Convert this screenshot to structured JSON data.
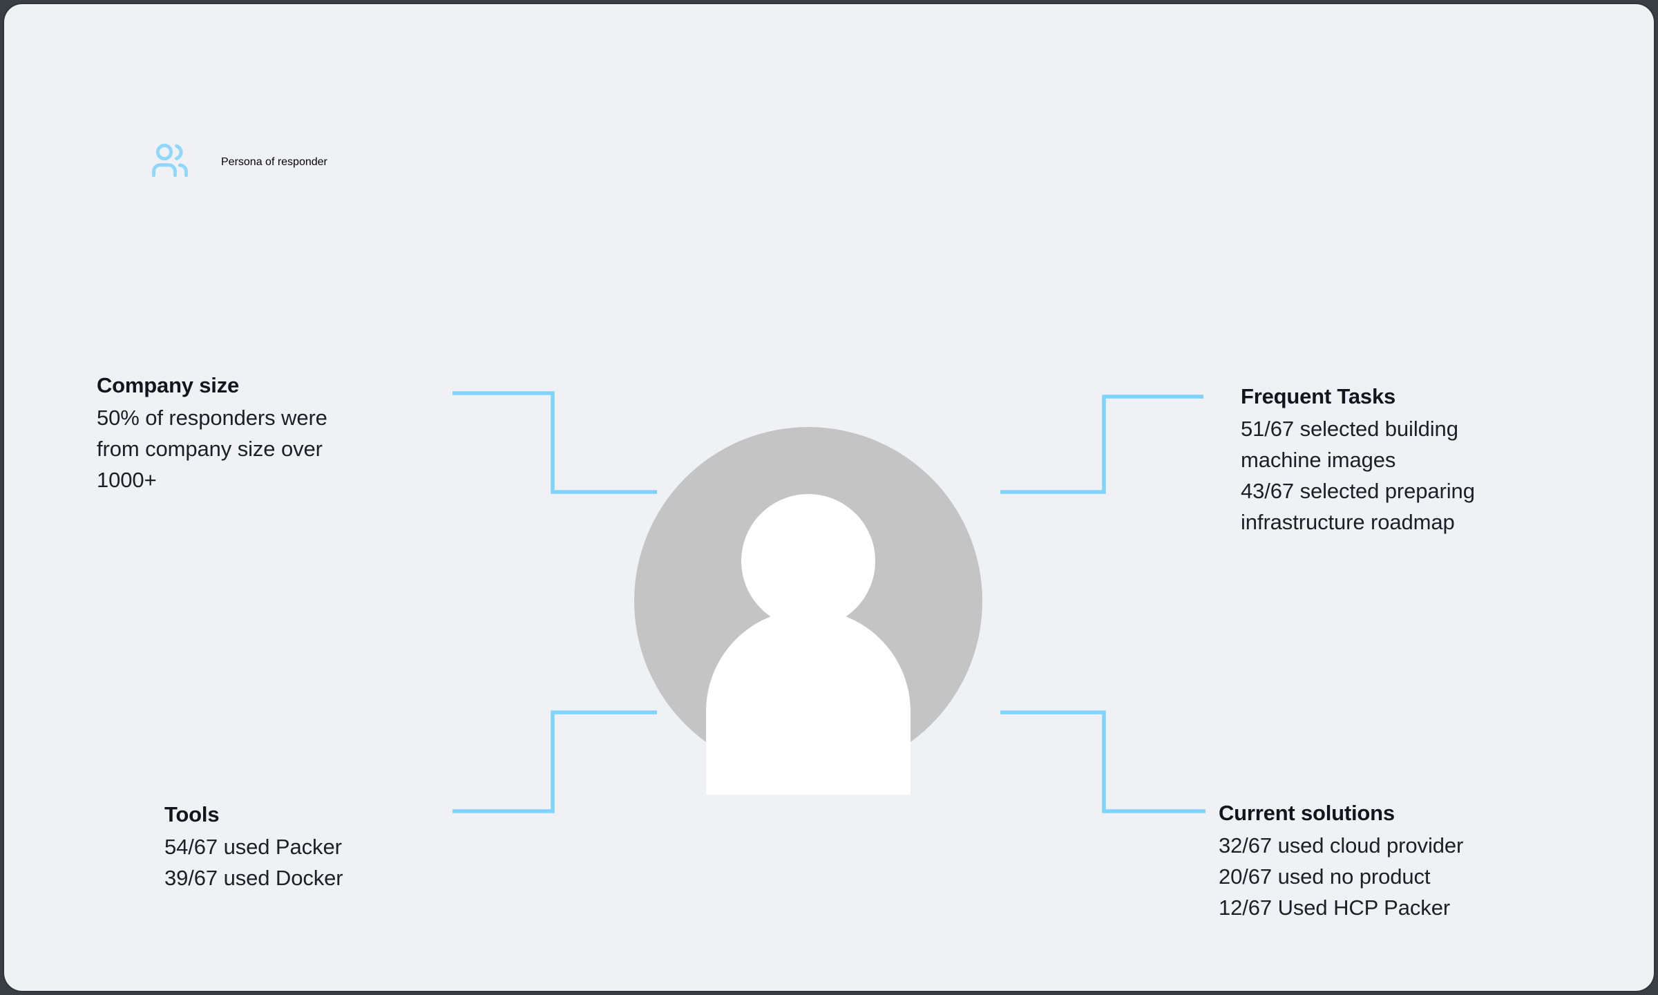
{
  "header": {
    "icon": "users-icon",
    "title": "Persona of responder"
  },
  "avatar": {
    "icon": "user-avatar-icon",
    "circle_color": "#c4c4c4",
    "silhouette_color": "#ffffff"
  },
  "theme": {
    "card_background": "#eff1f5",
    "page_background": "#3a3f45",
    "accent_line": "#7fd4fb",
    "icon_accent": "#8fd8fb",
    "text_primary": "#11151c"
  },
  "blocks": [
    {
      "id": "company-size",
      "title": "Company size",
      "body": "50% of responders were\nfrom company size over\n1000+"
    },
    {
      "id": "frequent-tasks",
      "title": "Frequent Tasks",
      "body": "51/67 selected building\nmachine images\n43/67 selected preparing\ninfrastructure roadmap"
    },
    {
      "id": "tools",
      "title": "Tools",
      "body": "54/67 used Packer\n39/67 used Docker"
    },
    {
      "id": "current-solutions",
      "title": "Current solutions",
      "body": "32/67 used cloud provider\n20/67 used no product\n12/67 Used HCP Packer"
    }
  ]
}
